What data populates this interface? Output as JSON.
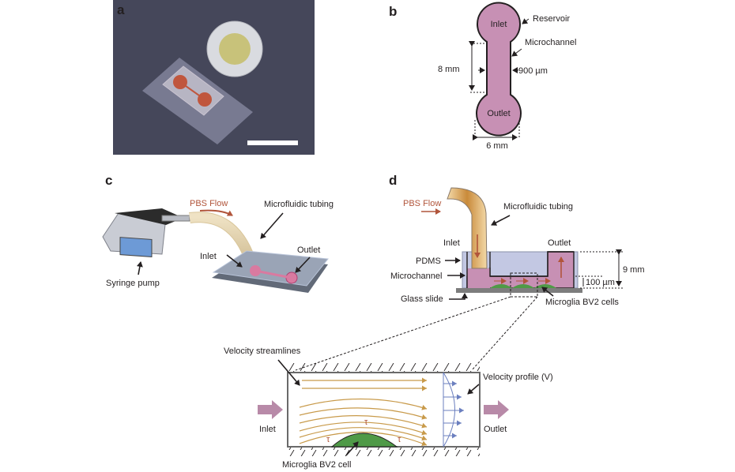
{
  "figure": {
    "panels": {
      "a": {
        "letter": "a",
        "description": "Photo of microfluidic chip next to a coin with scale bar"
      },
      "b": {
        "letter": "b",
        "inlet": "Inlet",
        "outlet": "Outlet",
        "reservoir": "Reservoir",
        "microchannel": "Microchannel",
        "length": "8 mm",
        "width": "900 µm",
        "diameter": "6 mm"
      },
      "c": {
        "letter": "c",
        "flow": "PBS Flow",
        "tubing": "Microfluidic tubing",
        "inlet": "Inlet",
        "outlet": "Outlet",
        "pump": "Syringe pump"
      },
      "d": {
        "letter": "d",
        "flow": "PBS Flow",
        "tubing": "Microfluidic tubing",
        "inlet": "Inlet",
        "outlet": "Outlet",
        "pdms": "PDMS",
        "microchannel": "Microchannel",
        "glass": "Glass slide",
        "cells": "Microglia BV2 cells",
        "height": "9 mm",
        "channel_height": "100 µm"
      },
      "detail": {
        "streamlines": "Velocity streamlines",
        "profile": "Velocity profile (V)",
        "inlet": "Inlet",
        "outlet": "Outlet",
        "cell": "Microglia BV2 cell",
        "shear": "τ"
      }
    },
    "colors": {
      "chamber": "#c790b4",
      "pdms": "#c3c8e3",
      "cell": "#4f9a47",
      "flow": "#b1553b",
      "streamline": "#c89a4a",
      "profile": "#6b7fbf",
      "arrow": "#b88aa8",
      "glass": "#7d7d7d"
    }
  }
}
